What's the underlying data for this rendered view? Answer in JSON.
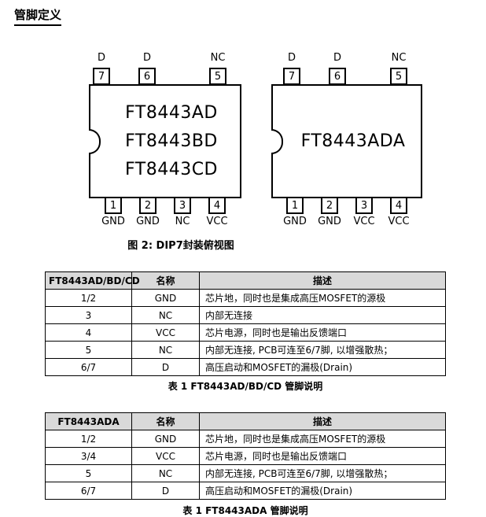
{
  "page": {
    "title": "管脚定义"
  },
  "colors": {
    "table_header_bg": "#d9d9d9",
    "ink": "#000000",
    "paper": "#ffffff"
  },
  "figure": {
    "caption": "图 2: DIP7封装俯视图",
    "chips": [
      {
        "name_lines": [
          "FT8443AD",
          "FT8443BD",
          "FT8443CD"
        ],
        "top_pins": [
          {
            "num": "7",
            "label": "D"
          },
          {
            "num": "6",
            "label": "D"
          },
          {
            "num": "5",
            "label": "NC"
          }
        ],
        "bottom_pins": [
          {
            "num": "1",
            "label": "GND"
          },
          {
            "num": "2",
            "label": "GND"
          },
          {
            "num": "3",
            "label": "NC"
          },
          {
            "num": "4",
            "label": "VCC"
          }
        ]
      },
      {
        "name_lines": [
          "FT8443ADA"
        ],
        "top_pins": [
          {
            "num": "7",
            "label": "D"
          },
          {
            "num": "6",
            "label": "D"
          },
          {
            "num": "5",
            "label": "NC"
          }
        ],
        "bottom_pins": [
          {
            "num": "1",
            "label": "GND"
          },
          {
            "num": "2",
            "label": "GND"
          },
          {
            "num": "3",
            "label": "VCC"
          },
          {
            "num": "4",
            "label": "VCC"
          }
        ]
      }
    ]
  },
  "table1": {
    "headers": [
      "FT8443AD/BD/CD",
      "名称",
      "描述"
    ],
    "rows": [
      [
        "1/2",
        "GND",
        "芯片地，同时也是集成高压MOSFET的源极"
      ],
      [
        "3",
        "NC",
        "内部无连接"
      ],
      [
        "4",
        "VCC",
        "芯片电源，同时也是输出反馈端口"
      ],
      [
        "5",
        "NC",
        "内部无连接, PCB可连至6/7脚, 以增强散热；"
      ],
      [
        "6/7",
        "D",
        "高压启动和MOSFET的漏极(Drain)"
      ]
    ],
    "caption": "表 1 FT8443AD/BD/CD 管脚说明"
  },
  "table2": {
    "headers": [
      "FT8443ADA",
      "名称",
      "描述"
    ],
    "rows": [
      [
        "1/2",
        "GND",
        "芯片地，同时也是集成高压MOSFET的源极"
      ],
      [
        "3/4",
        "VCC",
        "芯片电源，同时也是输出反馈端口"
      ],
      [
        "5",
        "NC",
        "内部无连接, PCB可连至6/7脚, 以增强散热；"
      ],
      [
        "6/7",
        "D",
        "高压启动和MOSFET的漏极(Drain)"
      ]
    ],
    "caption": "表 1 FT8443ADA 管脚说明"
  }
}
